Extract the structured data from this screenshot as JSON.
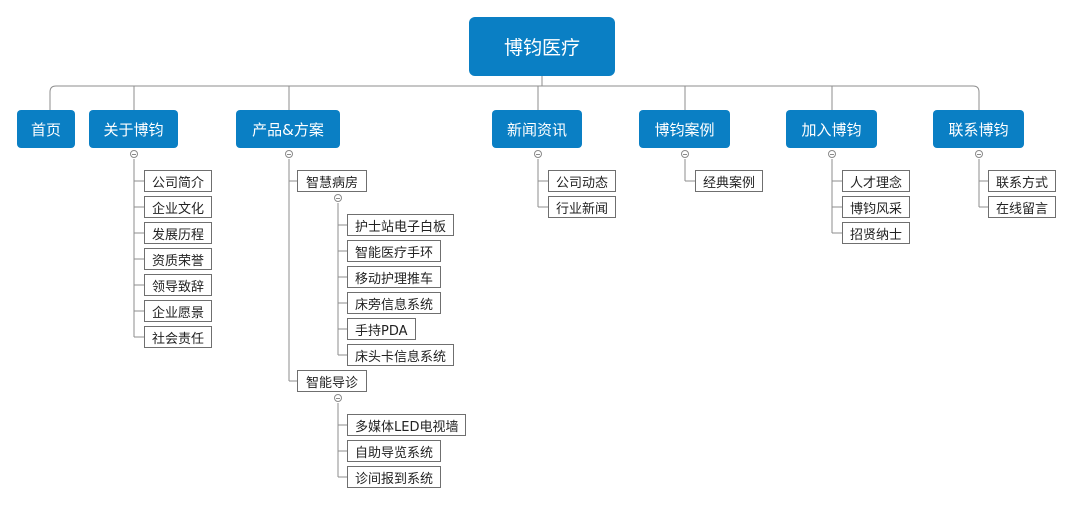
{
  "root": "博钧医疗",
  "categories": [
    {
      "label": "首页",
      "items": []
    },
    {
      "label": "关于博钧",
      "items": [
        "公司简介",
        "企业文化",
        "发展历程",
        "资质荣誉",
        "领导致辞",
        "企业愿景",
        "社会责任"
      ]
    },
    {
      "label": "产品&方案",
      "groups": [
        {
          "label": "智慧病房",
          "items": [
            "护士站电子白板",
            "智能医疗手环",
            "移动护理推车",
            "床旁信息系统",
            "手持PDA",
            "床头卡信息系统"
          ]
        },
        {
          "label": "智能导诊",
          "items": [
            "多媒体LED电视墙",
            "自助导览系统",
            "诊间报到系统"
          ]
        }
      ]
    },
    {
      "label": "新闻资讯",
      "items": [
        "公司动态",
        "行业新闻"
      ]
    },
    {
      "label": "博钧案例",
      "items": [
        "经典案例"
      ]
    },
    {
      "label": "加入博钧",
      "items": [
        "人才理念",
        "博钧风采",
        "招贤纳士"
      ]
    },
    {
      "label": "联系博钧",
      "items": [
        "联系方式",
        "在线留言"
      ]
    }
  ]
}
